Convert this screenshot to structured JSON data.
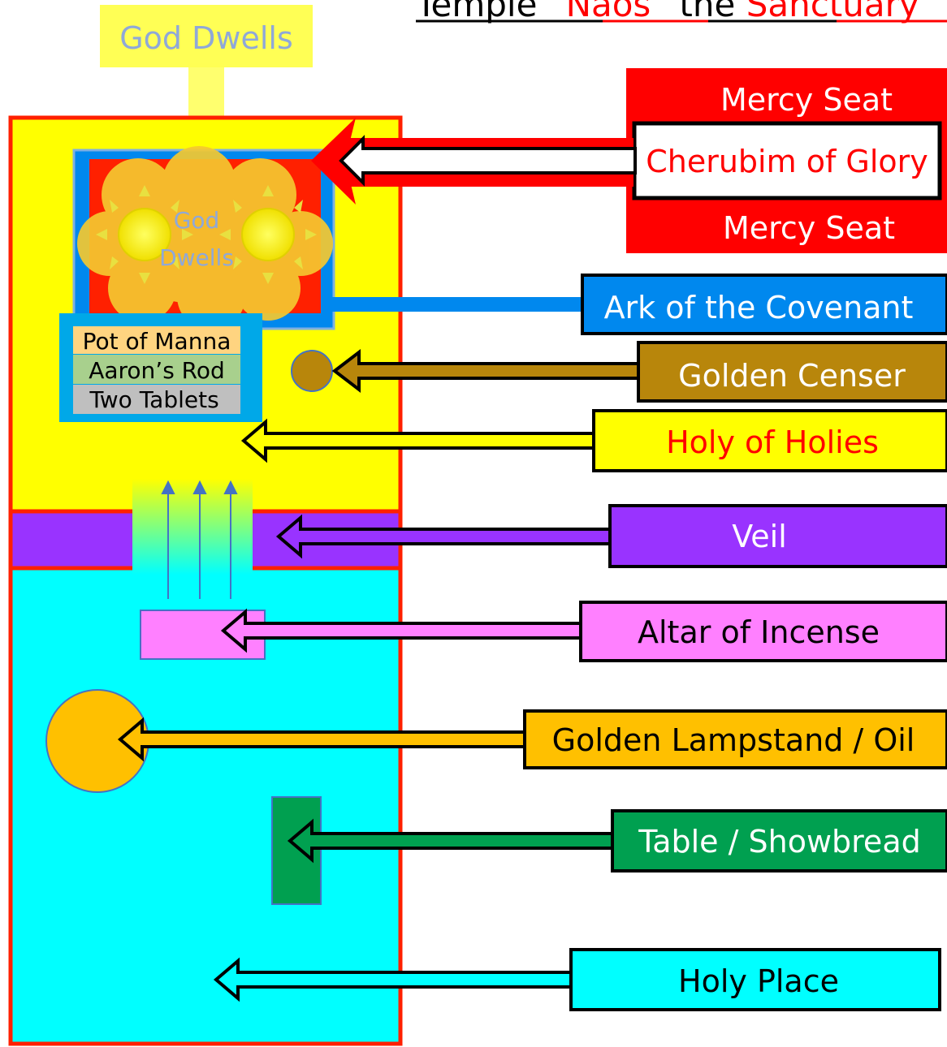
{
  "title": {
    "part1": "Temple “",
    "part2": "Naos",
    "part3": "” the ",
    "part4": "Sanctuary"
  },
  "top_label": "God Dwells",
  "cloud_label_line1": "God",
  "cloud_label_line2": "Dwells",
  "ark_contents": [
    "Pot of Manna",
    "Aaron’s Rod",
    "Two Tablets"
  ],
  "labels": {
    "mercy_seat_top": "Mercy Seat",
    "cherubim": "Cherubim of Glory",
    "mercy_seat_bottom": "Mercy Seat",
    "ark": "Ark of the Covenant",
    "censer": "Golden Censer",
    "holy_of_holies": "Holy of Holies",
    "veil": "Veil",
    "altar": "Altar of Incense",
    "lampstand": "Golden Lampstand / Oil",
    "table": "Table / Showbread",
    "holy_place": "Holy Place"
  },
  "colors": {
    "holy_of_holies": "#FFFF00",
    "holy_place": "#00FFFF",
    "veil": "#9933FF",
    "ark": "#0088EE",
    "mercy_seat": "#FF0000",
    "censer": "#B8860B",
    "altar": "#FF80FF",
    "lampstand": "#FFC000",
    "table": "#00A050",
    "accent_text": "#FF0000"
  }
}
